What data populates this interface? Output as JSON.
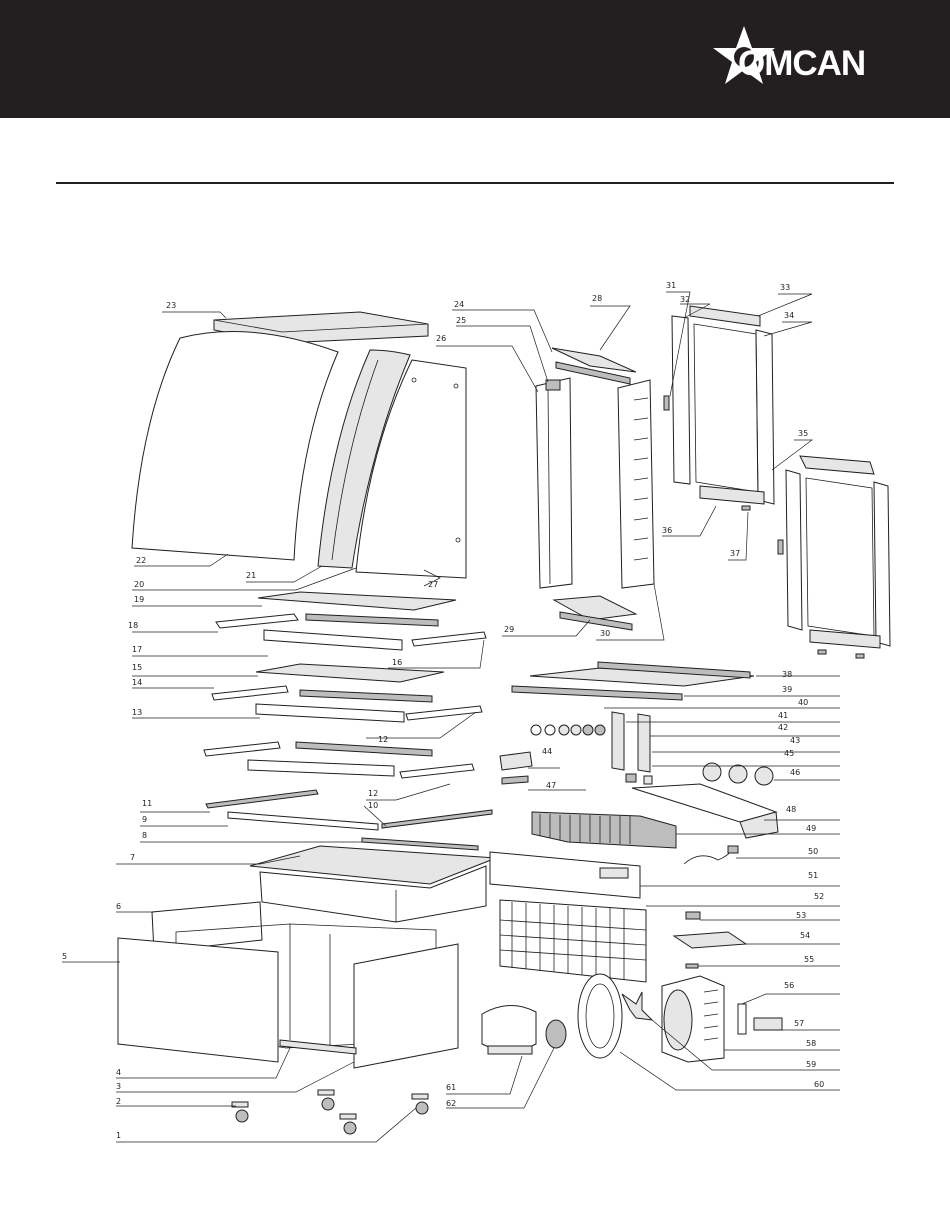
{
  "brand": {
    "name": "OMCAN",
    "header_color": "#231f20"
  },
  "icons": {
    "logo": "star-logo-icon"
  },
  "callouts": [
    "1",
    "2",
    "3",
    "4",
    "5",
    "6",
    "7",
    "8",
    "9",
    "10",
    "11",
    "12",
    "12",
    "13",
    "14",
    "15",
    "16",
    "17",
    "18",
    "19",
    "20",
    "21",
    "22",
    "23",
    "24",
    "25",
    "26",
    "27",
    "28",
    "29",
    "30",
    "31",
    "32",
    "33",
    "34",
    "35",
    "36",
    "37",
    "38",
    "39",
    "40",
    "41",
    "42",
    "43",
    "44",
    "45",
    "46",
    "47",
    "48",
    "49",
    "50",
    "51",
    "52",
    "53",
    "54",
    "55",
    "56",
    "57",
    "58",
    "59",
    "60",
    "61",
    "62"
  ]
}
